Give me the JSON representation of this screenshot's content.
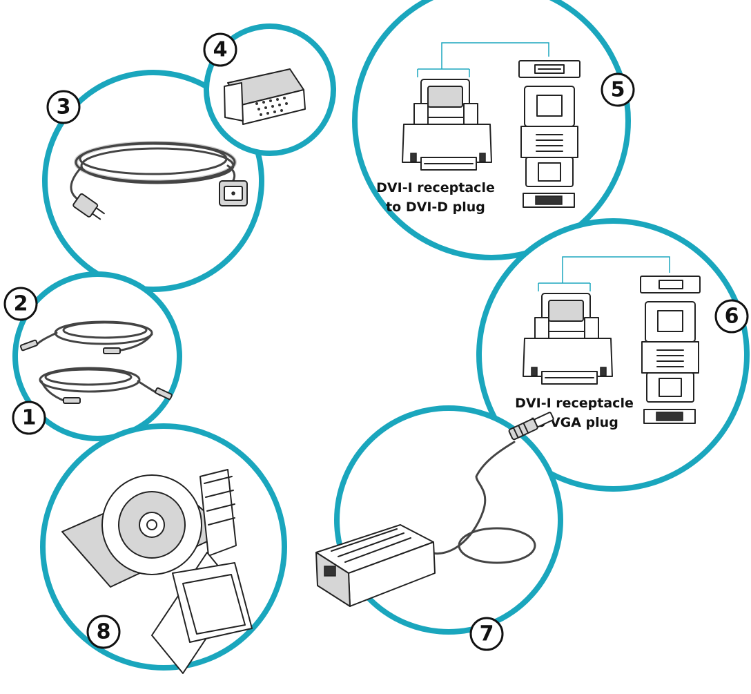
{
  "items": [
    {
      "number": "1",
      "item": "audio-cable-1"
    },
    {
      "number": "2",
      "item": "audio-cable-2"
    },
    {
      "number": "3",
      "item": "power-cord"
    },
    {
      "number": "4",
      "item": "vga-adapter"
    },
    {
      "number": "5",
      "item": "dvi-d-adapter",
      "caption": [
        "DVI-I receptacle",
        "to DVI-D plug"
      ]
    },
    {
      "number": "6",
      "item": "dvi-vga-adapter",
      "caption": [
        "DVI-I receptacle",
        "to VGA plug"
      ]
    },
    {
      "number": "7",
      "item": "power-adapter"
    },
    {
      "number": "8",
      "item": "cd-rom-and-manuals"
    }
  ],
  "colors": {
    "ring": "#1aa6bd",
    "ink": "#222222",
    "background": "#ffffff"
  }
}
